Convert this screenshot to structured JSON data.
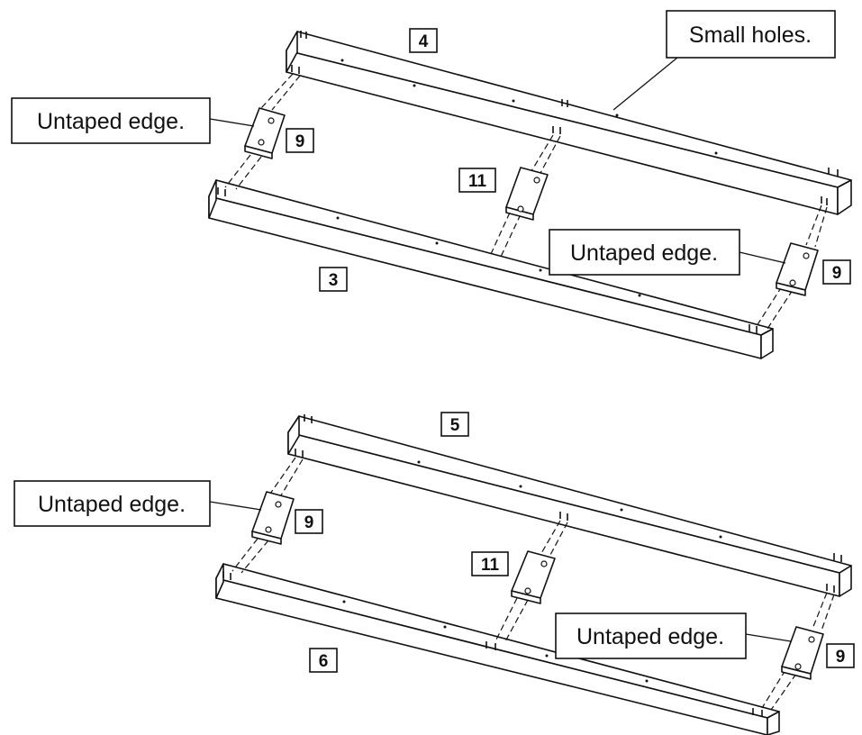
{
  "callouts": {
    "small_holes": "Small holes.",
    "untaped_top_left": "Untaped edge.",
    "untaped_top_right": "Untaped edge.",
    "untaped_bottom_left": "Untaped edge.",
    "untaped_bottom_right": "Untaped edge."
  },
  "parts": {
    "top_rear_rail": "4",
    "top_front_rail": "3",
    "top_left_block": "9",
    "top_center_block": "11",
    "top_right_block": "9",
    "bottom_rear_rail": "5",
    "bottom_front_rail": "6",
    "bottom_left_block": "9",
    "bottom_center_block": "11",
    "bottom_right_block": "9"
  }
}
